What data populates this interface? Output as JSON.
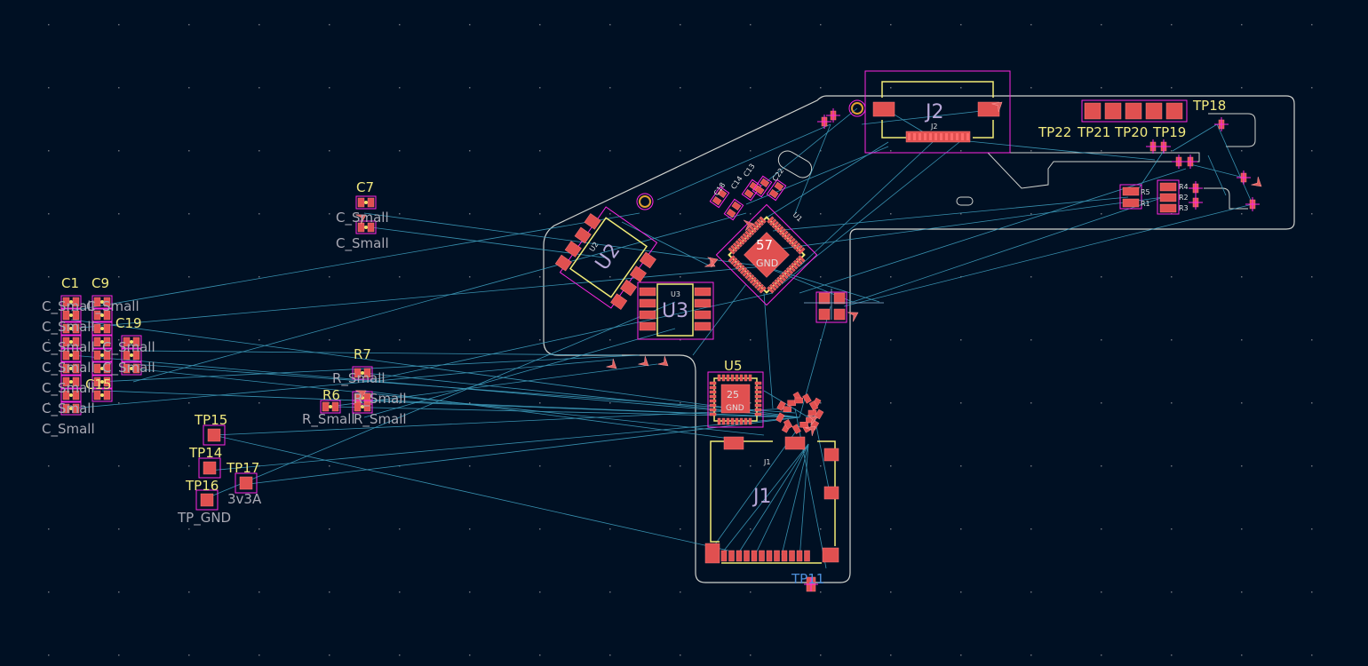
{
  "colors": {
    "background": "#001023",
    "edge_cuts": "#d0d2cd",
    "pad": "#e05050",
    "courtyard": "#ff26e2",
    "silkscreen": "#f2ec76",
    "ratsnest": "#3f9fbf",
    "reference": "#f2ea7e",
    "value": "#a9a9b4"
  },
  "icons": [
    "grid-dot",
    "arrow-marker",
    "crosshair-marker"
  ],
  "labels": {
    "C7": "C7",
    "C7_val1": "C_Small",
    "C7_val2": "C_Small",
    "C1": "C1",
    "C9": "C9",
    "C19": "C19",
    "C15": "C15",
    "C_vals": [
      "C_Small",
      "C_Small",
      "C_Small",
      "C_Small",
      "C_Small",
      "C_Small",
      "C_Small"
    ],
    "C_mid_vals": [
      "C_Small",
      "C_Small",
      "C_Small"
    ],
    "R7": "R7",
    "R6": "R6",
    "R7_val1": "R_Small",
    "R7_val2": "R_Small",
    "R6_val": "R_Small",
    "TP15": "TP15",
    "TP14": "TP14",
    "TP16": "TP16",
    "TP17": "TP17",
    "v3v3a": "3v3A",
    "tpgnd": "TP_GND",
    "U2": "U2",
    "U3": "U3",
    "U5": "U5",
    "J1": "J1",
    "J2": "J2",
    "U1_pad": "57",
    "U1_gnd": "GND",
    "U5_pad": "25",
    "U5_gnd": "GND",
    "TP18": "TP18",
    "TP19": "TP19",
    "TP20": "TP20",
    "TP21": "TP21",
    "TP22": "TP22",
    "TP11": "TP11",
    "small_J1": "J1",
    "small_J2": "J2",
    "small_U3": "U3",
    "small_U2": "U2",
    "small_U1": "U1",
    "R1": "R1",
    "R2": "R2",
    "R3": "R3",
    "R4": "R4",
    "R5": "R5",
    "C18": "C18",
    "C14": "C14",
    "C13": "C13",
    "C22": "C22"
  }
}
